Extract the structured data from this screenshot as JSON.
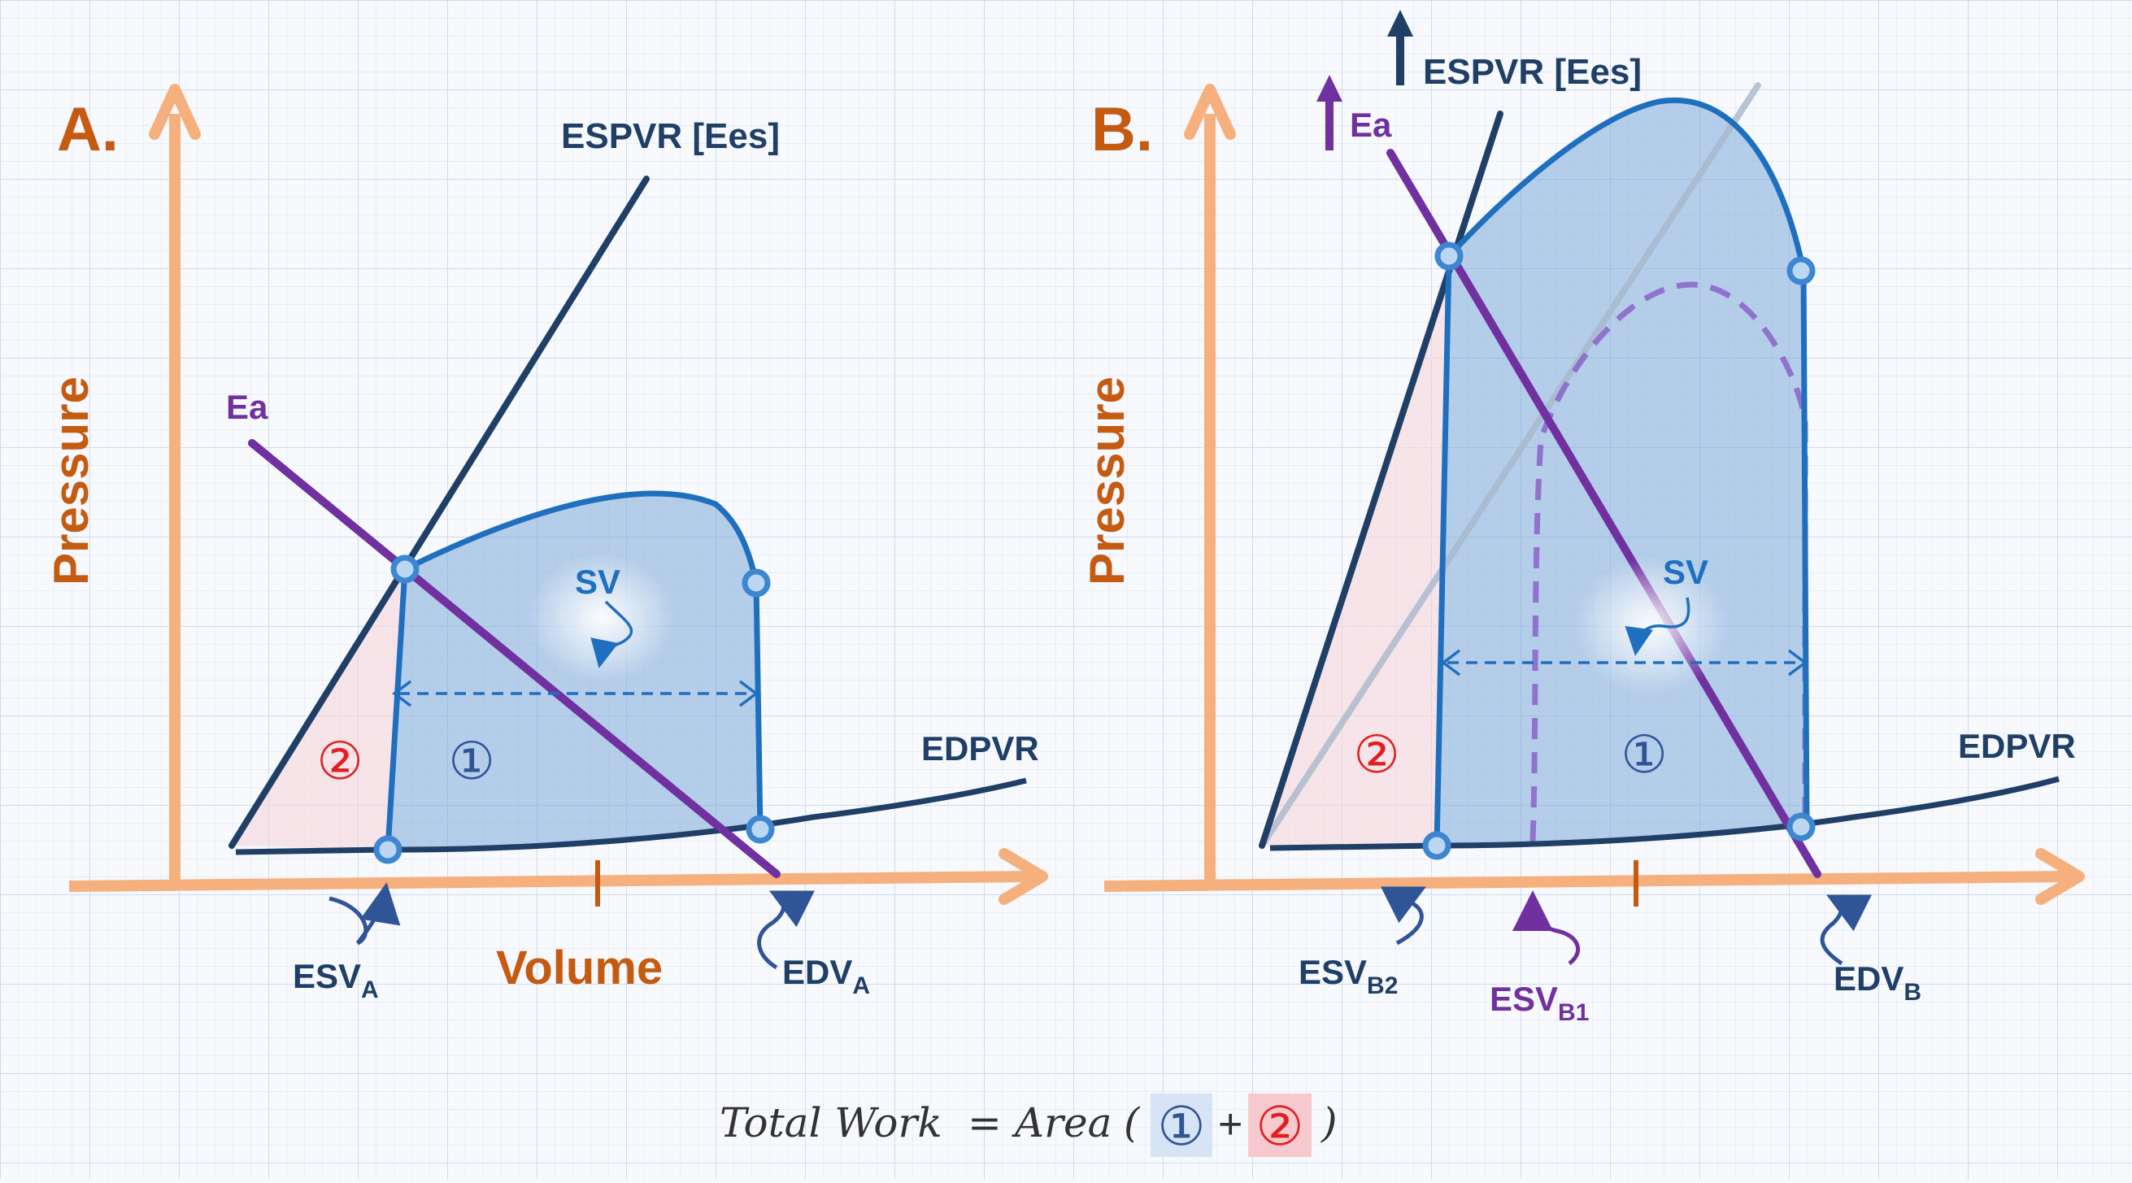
{
  "panelA": {
    "letter": "A.",
    "pressure_label": "Pressure",
    "volume_label": "Volume",
    "espvr_label": "ESPVR [Ees]",
    "ea_label": "Ea",
    "sv_label": "SV",
    "edpvr_label": "EDPVR",
    "region1": "①",
    "region2": "②",
    "esv_main": "ESV",
    "esv_sub": "A",
    "edv_main": "EDV",
    "edv_sub": "A"
  },
  "panelB": {
    "letter": "B.",
    "pressure_label": "Pressure",
    "espvr_label": "ESPVR [Ees]",
    "ea_label": "Ea",
    "sv_label": "SV",
    "edpvr_label": "EDPVR",
    "region1": "①",
    "region2": "②",
    "esv2_main": "ESV",
    "esv2_sub": "B2",
    "esv1_main": "ESV",
    "esv1_sub": "B1",
    "edv_main": "EDV",
    "edv_sub": "B"
  },
  "formula": {
    "lhs": "Total Work",
    "eq": "=",
    "area": "Area",
    "open": "(",
    "c1": "①",
    "plus": "+",
    "c2": "②",
    "close": ")"
  },
  "colors": {
    "axis": "#f5b07e",
    "axis_label": "#c55a11",
    "navy": "#1f4e79",
    "purple": "#7030a0",
    "blue": "#1f6fbf",
    "fill": "#7ea9d8",
    "red": "#e02020",
    "pink": "#f8d4d8"
  }
}
